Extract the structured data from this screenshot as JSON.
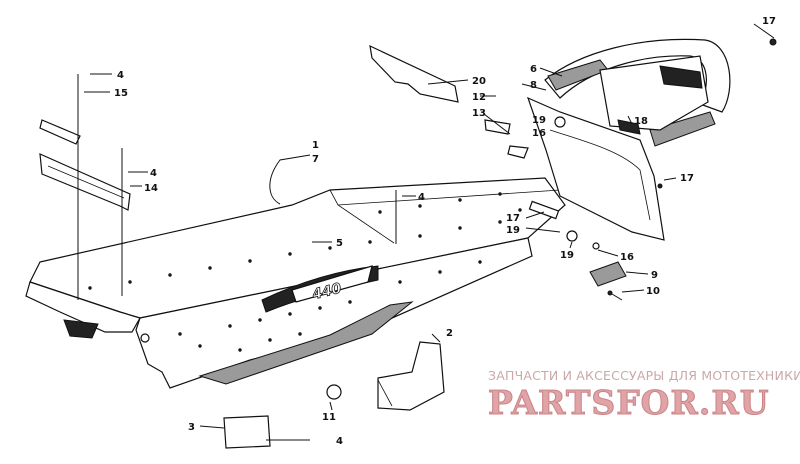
{
  "labels": {
    "l1": "1",
    "l7": "7",
    "l2": "2",
    "l3": "3",
    "l4a": "4",
    "l4b": "4",
    "l4c": "4",
    "l4d": "4",
    "l5": "5",
    "l6": "6",
    "l8": "8",
    "l9": "9",
    "l10": "10",
    "l11": "11",
    "l12": "12",
    "l13": "13",
    "l14": "14",
    "l15": "15",
    "l16a": "16",
    "l16b": "16",
    "l17a": "17",
    "l17b": "17",
    "l17c": "17",
    "l18": "18",
    "l19a": "19",
    "l19b": "19",
    "l19c": "19",
    "l20": "20"
  },
  "decal_text": "440",
  "watermark": {
    "top_text": "ЗАПЧАСТИ И АКСЕССУАРЫ ДЛЯ МОТОТЕХНИКИ",
    "logo_text": "PARTSFOR.RU"
  }
}
